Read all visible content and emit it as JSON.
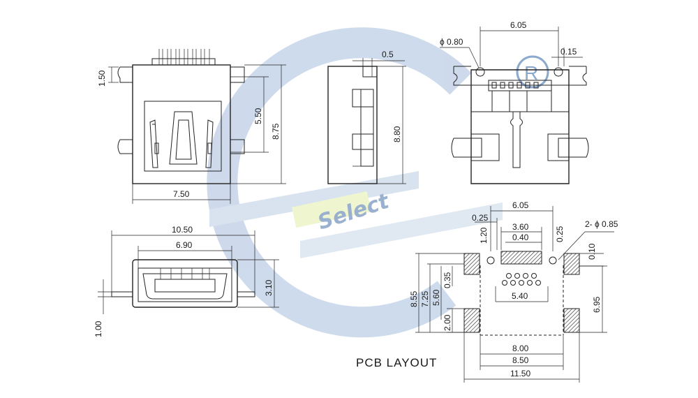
{
  "watermark": {
    "text": "Select",
    "ring_color": "#c9d7ea",
    "mark_color": "#7fa0c8"
  },
  "dims": {
    "top_1_50": "1.50",
    "front_5_50": "5.50",
    "front_8_75": "8.75",
    "front_7_50": "7.50",
    "side_0_5": "0.5",
    "side_8_80": "8.80",
    "rear_phi": "ϕ 0.80",
    "rear_6_05": "6.05",
    "rear_0_15": "0.15",
    "end_10_50": "10.50",
    "end_6_90": "6.90",
    "end_3_10": "3.10",
    "end_1_00": "1.00",
    "pcb_6_05": "6.05",
    "pcb_0_25a": "0.25",
    "pcb_1_20": "1.20",
    "pcb_3_60": "3.60",
    "pcb_0_40": "0.40",
    "pcb_0_25b": "0.25",
    "pcb_2phi": "2- ϕ 0.85",
    "pcb_0_10": "0.10",
    "pcb_8_55": "8.55",
    "pcb_7_25": "7.25",
    "pcb_5_60": "5.60",
    "pcb_0_35": "0.35",
    "pcb_5_40": "5.40",
    "pcb_6_95": "6.95",
    "pcb_2_00": "2.00",
    "pcb_8_00": "8.00",
    "pcb_8_50": "8.50",
    "pcb_11_50": "11.50"
  },
  "pcb_title": "PCB  LAYOUT"
}
